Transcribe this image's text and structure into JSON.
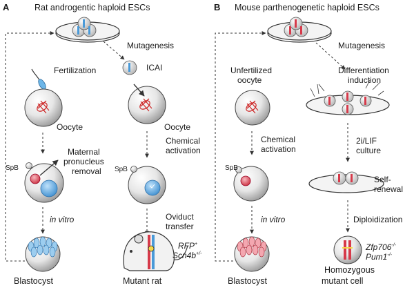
{
  "panels": [
    {
      "letter": "A",
      "title": "Rat androgentic haploid ESCs",
      "mutagenesis": "Mutagenesis",
      "fertilization": "Fertilization",
      "icai": "ICAI",
      "oocyte_left": "Oocyte",
      "oocyte_right": "Oocyte",
      "maternal_removal": [
        "Maternal",
        "pronucleus",
        "removal"
      ],
      "chemical_activation": [
        "Chemical",
        "activation"
      ],
      "spb_left": "SpB",
      "spb_right": "SpB",
      "in_vitro": "in vitro",
      "oviduct_transfer": [
        "Oviduct",
        "transfer"
      ],
      "rat_genes": [
        "RFP",
        "Scn4b"
      ],
      "rat_gene_sups": [
        "+",
        "+/-"
      ],
      "blastocyst": "Blastocyst",
      "mutant": "Mutant rat"
    },
    {
      "letter": "B",
      "title": "Mouse parthenogenetic haploid ESCs",
      "mutagenesis": "Mutagenesis",
      "unfertilized": [
        "Unfertilized",
        "oocyte"
      ],
      "differentiation": [
        "Differentiation",
        "induction"
      ],
      "chemical_activation": [
        "Chemical",
        "activation"
      ],
      "culture": [
        "2i/LIF",
        "culture"
      ],
      "spb": "SpB",
      "self_renewal": [
        "Self-",
        "renewal"
      ],
      "in_vitro": "in vitro",
      "diploidization": "Diploidization",
      "cell_genes": [
        "Zfp706",
        "Pum1"
      ],
      "cell_gene_sups": [
        "-/-",
        "-/-"
      ],
      "blastocyst": "Blastocyst",
      "mutant": [
        "Homozygous",
        "mutant cell"
      ]
    }
  ],
  "colors": {
    "paternal_blue": "#4a9ad8",
    "maternal_red": "#d63a4a",
    "line": "#333333"
  }
}
